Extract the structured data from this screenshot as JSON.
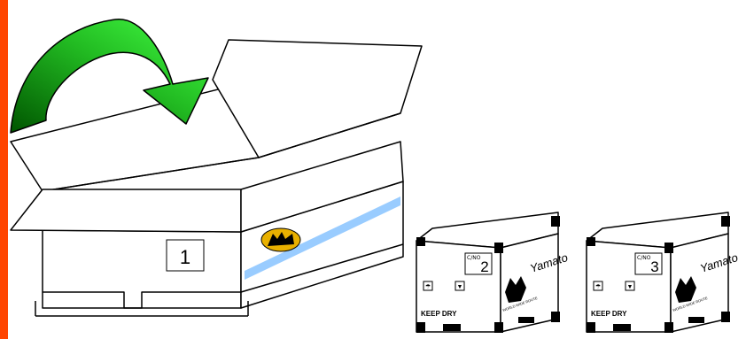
{
  "colors": {
    "accent_bar": "#ff4500",
    "arrow_light": "#33ff33",
    "arrow_dark": "#006600",
    "tape": "#99ccff",
    "logo_fill": "#e8b000"
  },
  "open_box": {
    "number": "1",
    "logo": "yamato-cat-logo"
  },
  "small_boxes": [
    {
      "number": "2",
      "box_code": "C/NO",
      "brand": "Yamato",
      "keep_dry": "KEEP DRY",
      "icons": [
        "umbrella-icon",
        "glass-icon"
      ],
      "badge": "WORLD WIDE ROUTE"
    },
    {
      "number": "3",
      "box_code": "C/NO",
      "brand": "Yamato",
      "keep_dry": "KEEP DRY",
      "icons": [
        "umbrella-icon",
        "glass-icon"
      ],
      "badge": "WORLD WIDE ROUTE"
    }
  ],
  "arrow": {
    "direction": "clockwise-flip",
    "icon": "curved-arrow-icon"
  }
}
